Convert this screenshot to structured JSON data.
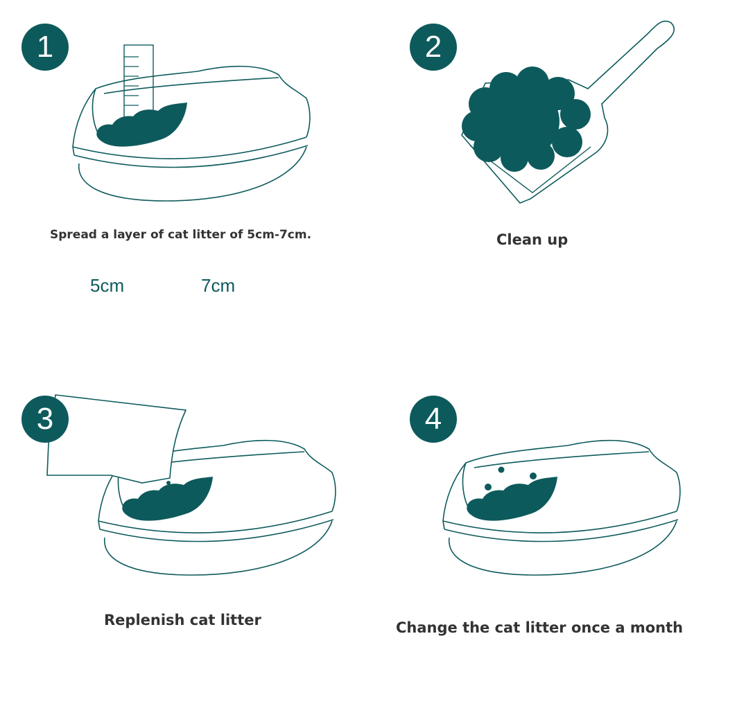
{
  "colors": {
    "accent": "#0d5a5c",
    "text": "#333333"
  },
  "steps": [
    {
      "number": "1",
      "caption": "Spread a layer of cat litter of 5cm-7cm."
    },
    {
      "number": "2",
      "caption": "Clean up"
    },
    {
      "number": "3",
      "caption": "Replenish cat litter"
    },
    {
      "number": "4",
      "caption": "Change the cat litter once a month"
    }
  ],
  "depth_labels": {
    "min": "5cm",
    "max": "7cm"
  }
}
